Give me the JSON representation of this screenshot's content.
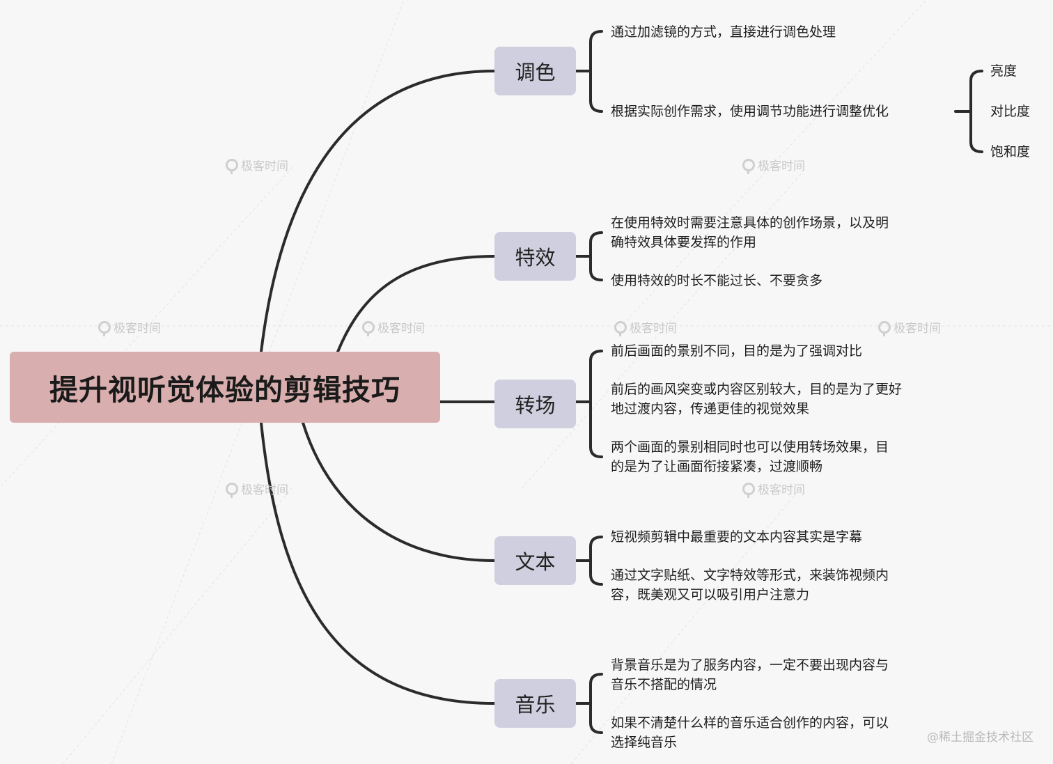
{
  "root": "提升视听觉体验的剪辑技巧",
  "branches": [
    {
      "label": "调色",
      "items": [
        "通过加滤镜的方式，直接进行调色处理",
        "根据实际创作需求，使用调节功能进行调整优化"
      ],
      "sub_items": [
        "亮度",
        "对比度",
        "饱和度"
      ]
    },
    {
      "label": "特效",
      "items": [
        [
          "在使用特效时需要注意具体的创作场景，以及明",
          "确特效具体要发挥的作用"
        ],
        "使用特效的时长不能过长、不要贪多"
      ]
    },
    {
      "label": "转场",
      "items": [
        "前后画面的景别不同，目的是为了强调对比",
        [
          "前后的画风突变或内容区别较大，目的是为了更好",
          "地过渡内容，传递更佳的视觉效果"
        ],
        [
          "两个画面的景别相同时也可以使用转场效果，目",
          "的是为了让画面衔接紧凑，过渡顺畅"
        ]
      ]
    },
    {
      "label": "文本",
      "items": [
        "短视频剪辑中最重要的文本内容其实是字幕",
        [
          "通过文字贴纸、文字特效等形式，来装饰视频内",
          "容，既美观又可以吸引用户注意力"
        ]
      ]
    },
    {
      "label": "音乐",
      "items": [
        [
          "背景音乐是为了服务内容，一定不要出现内容与",
          "音乐不搭配的情况"
        ],
        [
          "如果不清楚什么样的音乐适合创作的内容，可以",
          "选择纯音乐"
        ]
      ]
    }
  ],
  "watermark": "极客时间",
  "credit": "@稀土掘金技术社区",
  "colors": {
    "root": "#d8aeae",
    "branch": "#cfcfdf",
    "line": "#2b2b2b",
    "background": "#f7f7f7"
  }
}
